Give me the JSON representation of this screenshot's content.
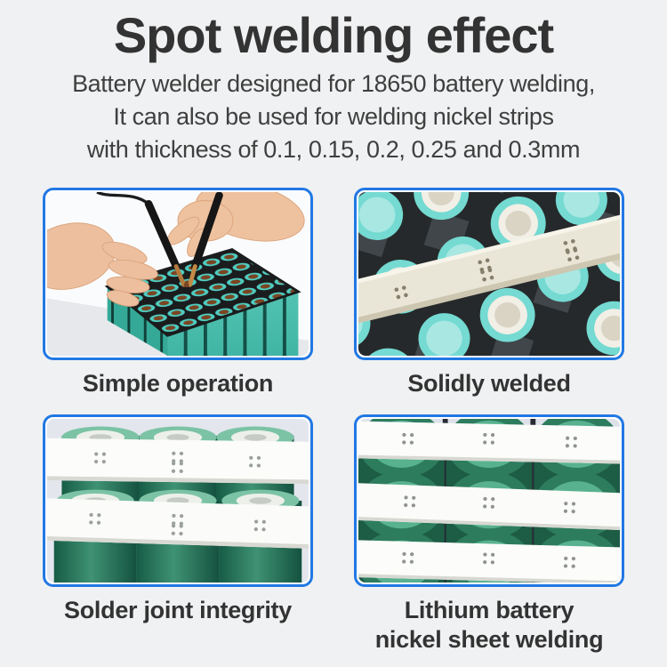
{
  "theme": {
    "accent_color": "#2178e4",
    "background_color": "#f0f1f2",
    "text_color": "#333333"
  },
  "header": {
    "title": "Spot welding effect",
    "subtitle_lines": [
      "Battery welder designed for 18650 battery welding,",
      "It can also be used for welding nickel strips",
      "with thickness of 0.1, 0.15, 0.2, 0.25 and 0.3mm"
    ]
  },
  "panels": [
    {
      "photo": "hands-spot-welding-18650-battery-pack",
      "caption_lines": [
        "Simple operation"
      ]
    },
    {
      "photo": "nickel-strip-welded-across-battery-pack",
      "caption_lines": [
        "Solidly welded"
      ]
    },
    {
      "photo": "two-nickel-strips-on-green-batteries",
      "caption_lines": [
        "Solder joint integrity"
      ]
    },
    {
      "photo": "three-nickel-sheets-welded-on-lithium-batteries",
      "caption_lines": [
        "Lithium battery",
        "nickel sheet welding"
      ]
    }
  ]
}
